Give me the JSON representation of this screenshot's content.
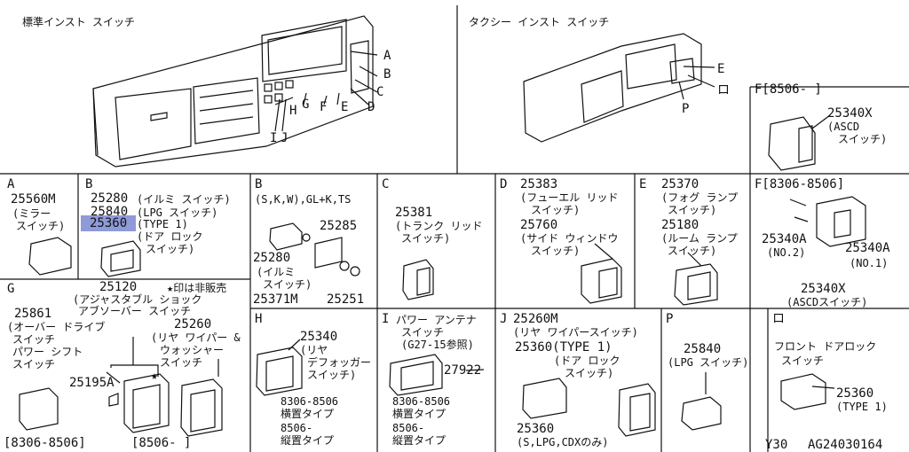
{
  "header": {
    "left_title": "標準インスト スイッチ",
    "right_title": "タクシー インスト スイッチ",
    "callouts_std": [
      "A",
      "B",
      "C",
      "D",
      "E",
      "F",
      "G",
      "H",
      "I",
      "J"
    ],
    "callouts_taxi": [
      "E",
      "ロ",
      "P"
    ],
    "box_f_range": "F[8506-  ]",
    "box_f_part": "25340X",
    "box_f_note1": "(ASCD",
    "box_f_note2": "スイッチ)"
  },
  "cells": {
    "a": {
      "letter": "A",
      "part": "25560M",
      "n1": "(ミラー",
      "n2": "スイッチ)"
    },
    "b1": {
      "letter": "B",
      "p1": "25280",
      "d1": "(イルミ スイッチ)",
      "p2": "25840",
      "d2": "(LPG スイッチ)",
      "p3": "25360",
      "d3": "(TYPE 1)",
      "d4": "(ドア ロック",
      "d5": "スイッチ)"
    },
    "b2": {
      "letter": "B",
      "cond": "(S,K,W),GL+K,TS",
      "p1": "25285",
      "p2": "25280",
      "n1": "(イルミ",
      "n2": "スイッチ)",
      "p3": "25371M",
      "p4": "25251"
    },
    "c": {
      "letter": "C",
      "part": "25381",
      "n1": "(トランク リッド",
      "n2": "スイッチ)"
    },
    "d": {
      "letter": "D",
      "p1": "25383",
      "n1": "(フューエル リッド",
      "n2": "スイッチ)",
      "p2": "25760",
      "n3": "(サイド ウィンドウ",
      "n4": "スイッチ)"
    },
    "e": {
      "letter": "E",
      "p1": "25370",
      "n1": "(フォグ ランプ",
      "n2": "スイッチ)",
      "p2": "25180",
      "n3": "(ルーム ランプ",
      "n4": "スイッチ)"
    },
    "f": {
      "range": "F[8306-8506]",
      "p1": "25340A",
      "n1": "(NO.2)",
      "p2": "25340A",
      "n2": "(NO.1)",
      "p3": "25340X",
      "n3": "(ASCDスイッチ)"
    },
    "g": {
      "letter": "G",
      "p_main": "25120",
      "star_note": "★印は非販売",
      "n_main1": "(アジャスタブル ショック",
      "n_main2": "アブソーバー スイッチ",
      "p1": "25861",
      "n1": "(オーバー ドライブ",
      "n2": "スイッチ",
      "n3": "パワー シフト",
      "n4": "スイッチ",
      "p2": "25260",
      "n5": "(リヤ ワイパー &",
      "n6": "ウォッシャー",
      "n7": "スイッチ",
      "p3": "25195A",
      "range1": "[8306-8506]",
      "range2": "[8506-  ]"
    },
    "h": {
      "letter": "H",
      "p1": "25340",
      "n1": "(リヤ",
      "n2": "デフォッガー",
      "n3": "スイッチ)",
      "r1": "8306-8506",
      "r1b": "横置タイプ",
      "r2": "8506-",
      "r2b": "縦置タイプ"
    },
    "i": {
      "letter": "I",
      "n1": "パワー アンテナ",
      "n2": "スイッチ",
      "n3": "(G27-15参照)",
      "p1": "27922",
      "r1": "8306-8506",
      "r1b": "横置タイプ",
      "r2": "8506-",
      "r2b": "縦置タイプ"
    },
    "j": {
      "letter": "J",
      "p1": "25260M",
      "n1": "(リヤ ワイパースイッチ)",
      "p2": "25360(TYPE 1)",
      "n2": "(ドア ロック",
      "n3": "スイッチ)",
      "p3": "25360",
      "n4": "(S,LPG,CDXのみ)"
    },
    "p": {
      "letter": "P",
      "p1": "25840",
      "n1": "(LPG スイッチ)"
    },
    "o": {
      "letter": "ロ",
      "n1": "フロント ドアロック",
      "n2": "スイッチ",
      "p1": "25360",
      "n3": "(TYPE 1)"
    }
  },
  "footer": {
    "model": "Y30",
    "code": "AG24030164"
  }
}
